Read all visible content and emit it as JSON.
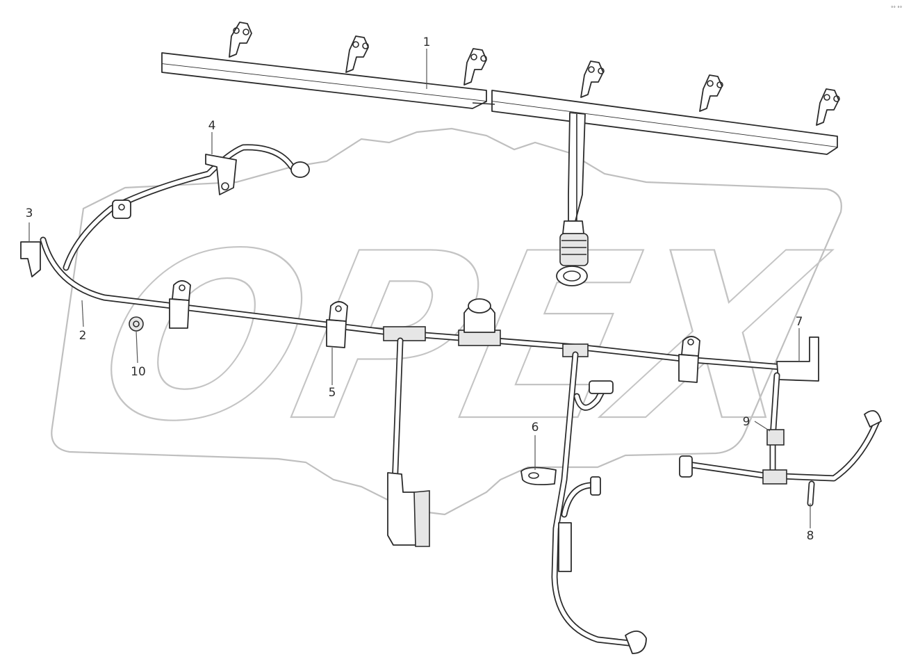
{
  "watermark": {
    "text": "OPEX"
  },
  "corner_mark": "°° °°",
  "callouts": [
    {
      "id": "1",
      "label": "1"
    },
    {
      "id": "2",
      "label": "2"
    },
    {
      "id": "3",
      "label": "3"
    },
    {
      "id": "4",
      "label": "4"
    },
    {
      "id": "5",
      "label": "5"
    },
    {
      "id": "6",
      "label": "6"
    },
    {
      "id": "7",
      "label": "7"
    },
    {
      "id": "8",
      "label": "8"
    },
    {
      "id": "9",
      "label": "9"
    },
    {
      "id": "10",
      "label": "10"
    }
  ]
}
